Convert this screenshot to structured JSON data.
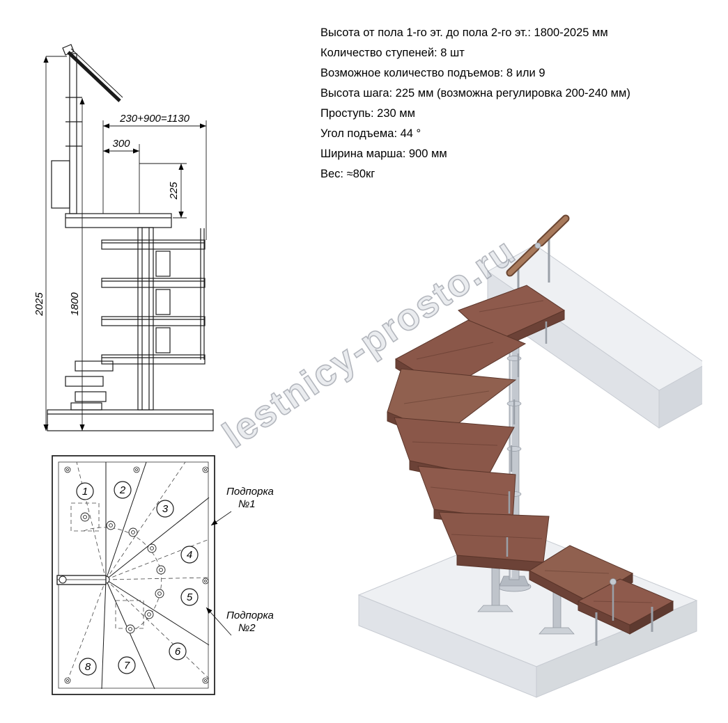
{
  "watermark": "lestnicy-prosto.ru",
  "specs": {
    "lines": [
      "Высота от пола 1-го эт. до пола 2-го эт.: 1800-2025 мм",
      "Количество ступеней: 8 шт",
      "Возможное количество подъемов: 8 или 9",
      "Высота шага: 225 мм (возможна регулировка 200-240 мм)",
      "Проступь: 230 мм",
      "Угол подъема: 44 °",
      "Ширина марша: 900 мм",
      "Вес: ≈80кг"
    ]
  },
  "side_view": {
    "dims": {
      "width_total": "230+900=1130",
      "landing_depth": "300",
      "step_height": "225",
      "height_max": "2025",
      "height_min": "1800"
    }
  },
  "plan_view": {
    "steps": [
      "1",
      "2",
      "3",
      "4",
      "5",
      "6",
      "7",
      "8"
    ],
    "support1": {
      "line1": "Подпорка",
      "line2": "№1"
    },
    "support2": {
      "line1": "Подпорка",
      "line2": "№2"
    }
  }
}
